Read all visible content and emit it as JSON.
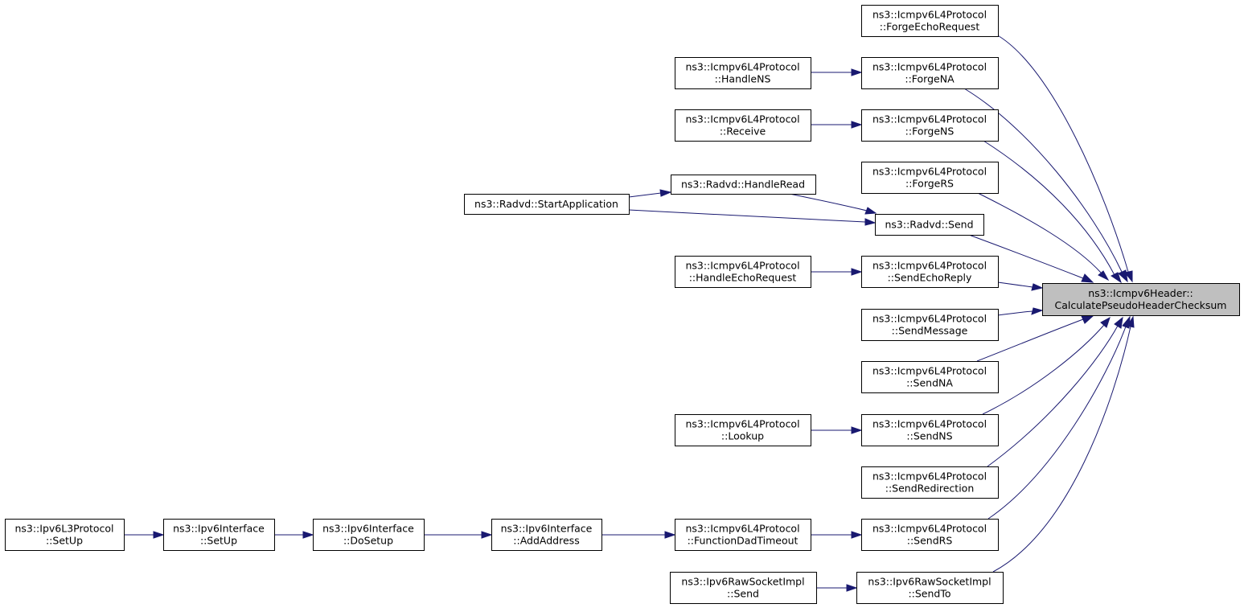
{
  "graph": {
    "edge_color": "#191970",
    "root_fill": "#bfbfbf",
    "nodes": {
      "root": [
        "ns3::Icmpv6Header::",
        "CalculatePseudoHeaderChecksum"
      ],
      "forge_echo_request": [
        "ns3::Icmpv6L4Protocol",
        "::ForgeEchoRequest"
      ],
      "forge_na": [
        "ns3::Icmpv6L4Protocol",
        "::ForgeNA"
      ],
      "handle_ns": [
        "ns3::Icmpv6L4Protocol",
        "::HandleNS"
      ],
      "forge_ns": [
        "ns3::Icmpv6L4Protocol",
        "::ForgeNS"
      ],
      "receive": [
        "ns3::Icmpv6L4Protocol",
        "::Receive"
      ],
      "forge_rs": [
        "ns3::Icmpv6L4Protocol",
        "::ForgeRS"
      ],
      "radvd_handle_read": [
        "ns3::Radvd::HandleRead"
      ],
      "radvd_start_application": [
        "ns3::Radvd::StartApplication"
      ],
      "radvd_send": [
        "ns3::Radvd::Send"
      ],
      "send_echo_reply": [
        "ns3::Icmpv6L4Protocol",
        "::SendEchoReply"
      ],
      "handle_echo_request": [
        "ns3::Icmpv6L4Protocol",
        "::HandleEchoRequest"
      ],
      "send_message": [
        "ns3::Icmpv6L4Protocol",
        "::SendMessage"
      ],
      "send_na": [
        "ns3::Icmpv6L4Protocol",
        "::SendNA"
      ],
      "send_ns": [
        "ns3::Icmpv6L4Protocol",
        "::SendNS"
      ],
      "lookup": [
        "ns3::Icmpv6L4Protocol",
        "::Lookup"
      ],
      "send_redirection": [
        "ns3::Icmpv6L4Protocol",
        "::SendRedirection"
      ],
      "send_rs": [
        "ns3::Icmpv6L4Protocol",
        "::SendRS"
      ],
      "function_dad_timeout": [
        "ns3::Icmpv6L4Protocol",
        "::FunctionDadTimeout"
      ],
      "ipv6_interface_add_address": [
        "ns3::Ipv6Interface",
        "::AddAddress"
      ],
      "ipv6_interface_do_setup": [
        "ns3::Ipv6Interface",
        "::DoSetup"
      ],
      "ipv6_interface_setup": [
        "ns3::Ipv6Interface",
        "::SetUp"
      ],
      "ipv6l3_protocol_setup": [
        "ns3::Ipv6L3Protocol",
        "::SetUp"
      ],
      "raw_socket_send_to": [
        "ns3::Ipv6RawSocketImpl",
        "::SendTo"
      ],
      "raw_socket_send": [
        "ns3::Ipv6RawSocketImpl",
        "::Send"
      ]
    },
    "edges": [
      [
        "forge_echo_request",
        "root"
      ],
      [
        "forge_na",
        "root"
      ],
      [
        "forge_ns",
        "root"
      ],
      [
        "forge_rs",
        "root"
      ],
      [
        "radvd_send",
        "root"
      ],
      [
        "send_echo_reply",
        "root"
      ],
      [
        "send_message",
        "root"
      ],
      [
        "send_na",
        "root"
      ],
      [
        "send_ns",
        "root"
      ],
      [
        "send_redirection",
        "root"
      ],
      [
        "send_rs",
        "root"
      ],
      [
        "raw_socket_send_to",
        "root"
      ],
      [
        "handle_ns",
        "forge_na"
      ],
      [
        "receive",
        "forge_ns"
      ],
      [
        "radvd_start_application",
        "radvd_handle_read"
      ],
      [
        "radvd_handle_read",
        "radvd_send"
      ],
      [
        "radvd_start_application",
        "radvd_send"
      ],
      [
        "handle_echo_request",
        "send_echo_reply"
      ],
      [
        "lookup",
        "send_ns"
      ],
      [
        "function_dad_timeout",
        "send_rs"
      ],
      [
        "ipv6_interface_add_address",
        "function_dad_timeout"
      ],
      [
        "ipv6_interface_do_setup",
        "ipv6_interface_add_address"
      ],
      [
        "ipv6_interface_setup",
        "ipv6_interface_do_setup"
      ],
      [
        "ipv6l3_protocol_setup",
        "ipv6_interface_setup"
      ],
      [
        "raw_socket_send",
        "raw_socket_send_to"
      ]
    ]
  }
}
